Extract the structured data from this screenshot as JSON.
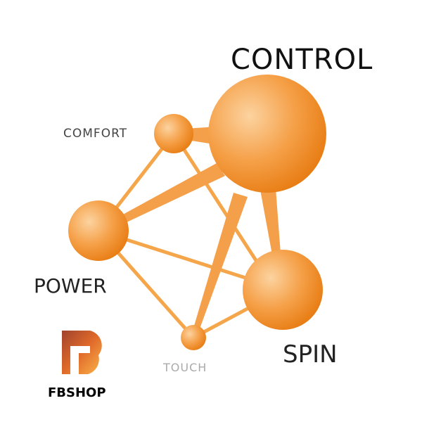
{
  "nodes": {
    "control": "CONTROL",
    "comfort": "COMFORT",
    "power": "POWER",
    "spin": "SPIN",
    "touch": "TOUCH"
  },
  "logo": {
    "text": "FBSHOP"
  },
  "colors": {
    "node": "#f08a24",
    "node_light": "#fbc98e",
    "edge": "#f5a54a"
  }
}
